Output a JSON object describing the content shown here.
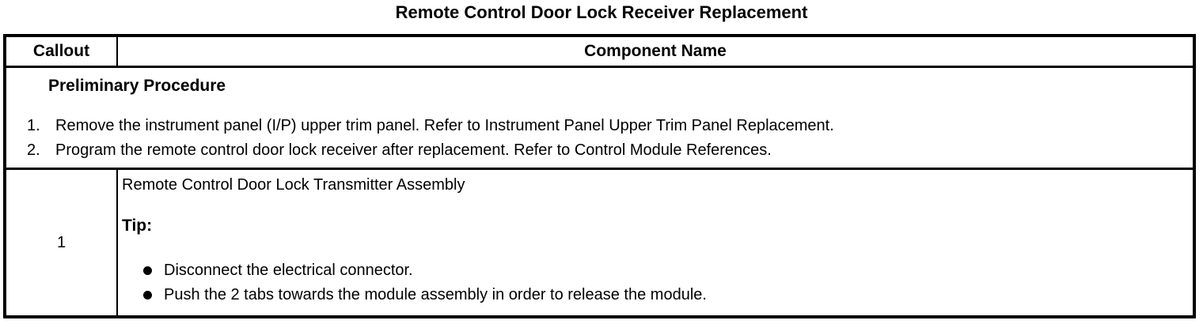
{
  "page": {
    "title": "Remote Control Door Lock Receiver Replacement"
  },
  "table": {
    "headers": {
      "callout": "Callout",
      "component_name": "Component Name"
    },
    "preliminary": {
      "heading": "Preliminary Procedure",
      "steps": [
        {
          "number": "1.",
          "text": "Remove the instrument panel (I/P) upper trim panel. Refer to Instrument Panel Upper Trim Panel Replacement."
        },
        {
          "number": "2.",
          "text": "Program the remote control door lock receiver after replacement. Refer to Control Module References."
        }
      ]
    },
    "rows": [
      {
        "callout": "1",
        "component": "Remote Control Door Lock Transmitter Assembly",
        "tip_label": "Tip:",
        "tips": [
          "Disconnect the electrical connector.",
          "Push the 2 tabs towards the module assembly in order to release the module."
        ]
      }
    ]
  },
  "colors": {
    "text": "#000000",
    "border": "#000000",
    "background": "#ffffff"
  }
}
